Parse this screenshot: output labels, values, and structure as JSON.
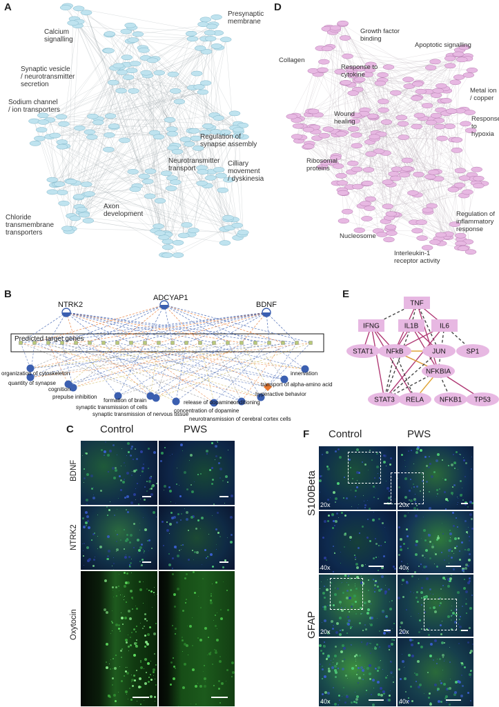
{
  "panels": {
    "A": "A",
    "B": "B",
    "C": "C",
    "D": "D",
    "E": "E",
    "F": "F"
  },
  "panel_a": {
    "clusters": [
      "Calcium\nsignalling",
      "Presynaptic\nmembrane",
      "Synaptic vesicle\n/ neurotransmitter\nsecretion",
      "Sodium channel\n/ ion transporters",
      "Regulation of\nsynapse assembly",
      "Neurotransmitter\ntransport",
      "Cilliary\nmovement\n/ dyskinesia",
      "Axon\ndevelopment",
      "Chloride\ntransmembrane\ntransporters"
    ],
    "node_color": "#bfe3ef",
    "node_stroke": "#7fb6c9"
  },
  "panel_b": {
    "genes": [
      "NTRK2",
      "ADCYAP1",
      "BDNF"
    ],
    "box_label": "Predicted target genes",
    "functions": [
      "organization of cytoskeleton",
      "quantity of synapse",
      "cognition",
      "prepulse inhibition",
      "formation of brain",
      "synaptic transmission of cells",
      "synaptic transmission of nervous tissue",
      "release of dopamine",
      "concentration of dopamine",
      "neurotransmission of cerebral cortex cells",
      "conditioning",
      "hyperactive behavior",
      "transport of alpha-amino acid",
      "innervation"
    ],
    "node_color": "#3b5fb0",
    "highlight_color": "#e8772e"
  },
  "panel_c": {
    "columns": [
      "Control",
      "PWS"
    ],
    "rows": [
      "BDNF",
      "NTRK2",
      "Oxytocin"
    ]
  },
  "panel_d": {
    "clusters": [
      "Growth factor\nbinding",
      "Collagen",
      "Response to\ncytokine",
      "Apoptotic signalling",
      "Metal ion\n/ copper",
      "Response\nto hypoxia",
      "Wound\nhealing",
      "Ribosomal\nproteins",
      "Regulation of\ninflammatory\nresponse",
      "Nucleosome",
      "Interleukin-1\nreceptor activity"
    ],
    "node_color": "#e7b8e2",
    "node_stroke": "#b57bb0"
  },
  "panel_e": {
    "nodes": [
      "TNF",
      "IFNG",
      "IL1B",
      "IL6",
      "STAT1",
      "NFkB",
      "JUN",
      "SP1",
      "NFKBIA",
      "STAT3",
      "RELA",
      "NFKB1",
      "TP53"
    ],
    "node_color": "#e7b8e2",
    "edge_color": "#b03a75",
    "dash_color": "#444444",
    "inhibit_color": "#e0a436"
  },
  "panel_f": {
    "columns": [
      "Control",
      "PWS"
    ],
    "rows": [
      "S100Beta",
      "GFAP"
    ],
    "magnifications": [
      "20x",
      "40x",
      "20x",
      "40x"
    ]
  }
}
